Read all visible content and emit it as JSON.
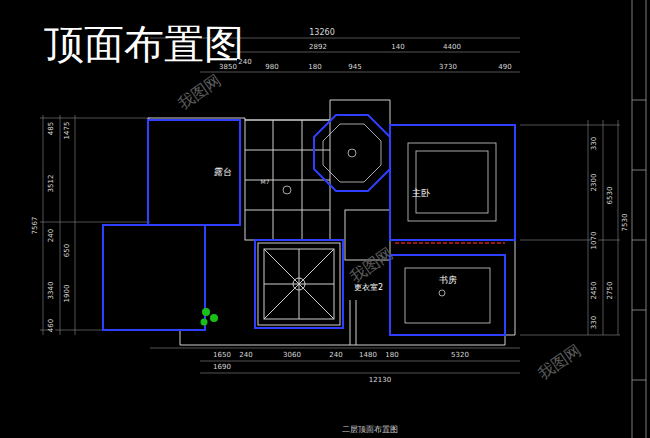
{
  "diagram": {
    "title": "顶面布置图",
    "caption": "二层顶面布置图",
    "nodes": [
      {
        "text": [
          "露台"
        ]
      },
      {
        "text": [
          "主卧"
        ]
      },
      {
        "text": [
          "更衣室2"
        ]
      },
      {
        "text": [
          "书房"
        ]
      }
    ],
    "labels": [
      "13260",
      "2892",
      "140",
      "4400",
      "240",
      "3850",
      "980",
      "180",
      "945",
      "3730",
      "490",
      "485",
      "1475",
      "3512",
      "7567",
      "240",
      "650",
      "3340",
      "1900",
      "460",
      "330",
      "2300",
      "6530",
      "7530",
      "1070",
      "2450",
      "2750",
      "330",
      "1650",
      "240",
      "3060",
      "240",
      "1480",
      "180",
      "5320",
      "1690",
      "12130",
      "M7",
      "我图网",
      "我图网",
      "我图网"
    ]
  }
}
